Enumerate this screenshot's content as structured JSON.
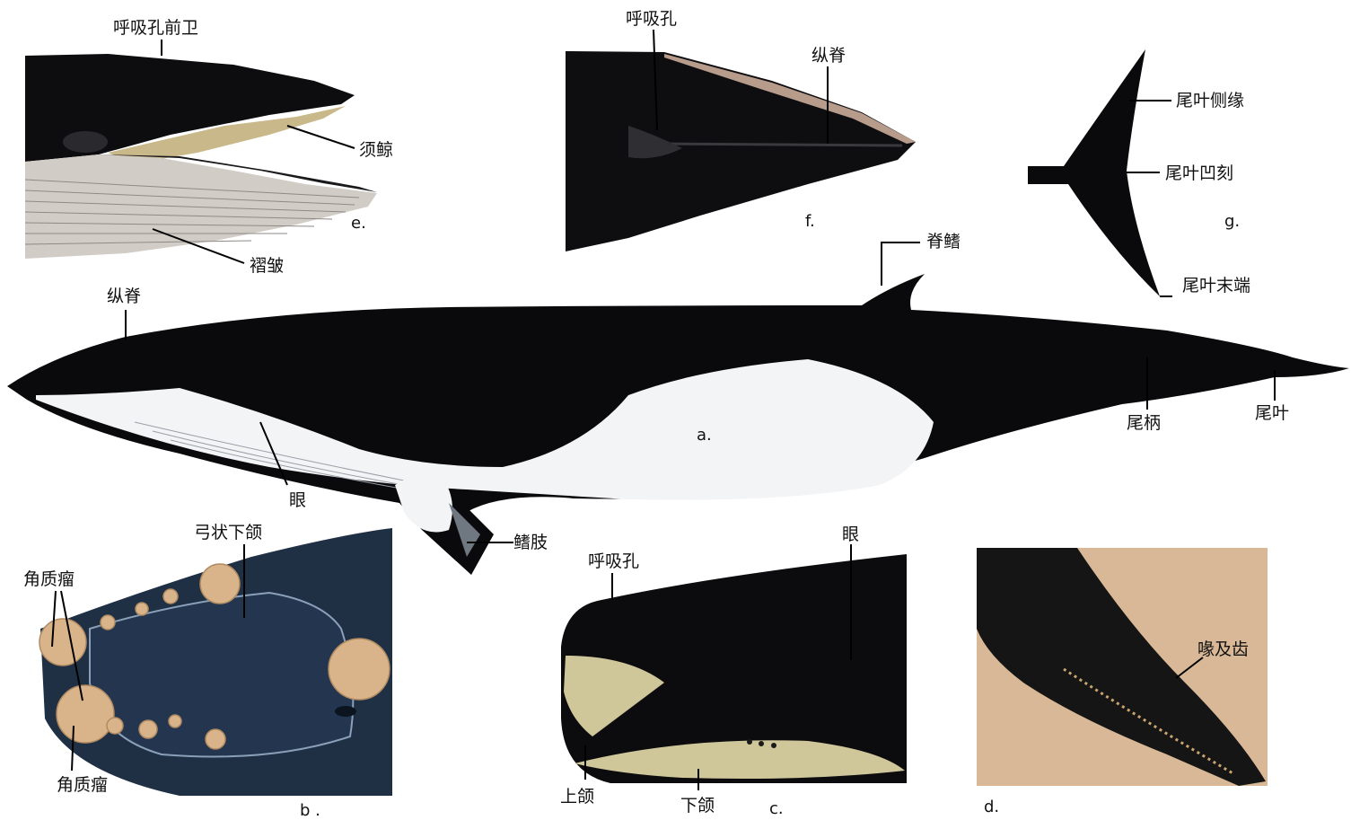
{
  "labels": {
    "e_blowhole_guard": "呼吸孔前卫",
    "e_baleen": "须鲸",
    "e_pleats": "褶皱",
    "f_blowhole": "呼吸孔",
    "f_ridge": "纵脊",
    "g_lobe_margin": "尾叶侧缘",
    "g_notch": "尾叶凹刻",
    "g_tip": "尾叶末端",
    "a_dorsal_fin": "脊鳍",
    "a_ridge": "纵脊",
    "a_peduncle": "尾柄",
    "a_fluke": "尾叶",
    "a_eye": "眼",
    "a_flipper": "鳍肢",
    "b_arched_jaw": "弓状下颌",
    "b_callosity_top": "角质瘤",
    "b_callosity_bottom": "角质瘤",
    "c_blowhole": "呼吸孔",
    "c_eye": "眼",
    "c_upper_jaw": "上颌",
    "c_lower_jaw": "下颌",
    "d_beak_teeth": "喙及齿"
  },
  "panels": {
    "a": "a.",
    "b": "b .",
    "c": "c.",
    "d": "d.",
    "e": "e.",
    "f": "f.",
    "g": "g."
  },
  "colors": {
    "whale_body": "#0a0a0c",
    "whale_belly": "#f3f4f6",
    "right_whale_skin": "#1f2f44",
    "callosity": "#d9b48a",
    "sperm_whale_jaw": "#cfc69a",
    "sand": "#d8b896"
  }
}
